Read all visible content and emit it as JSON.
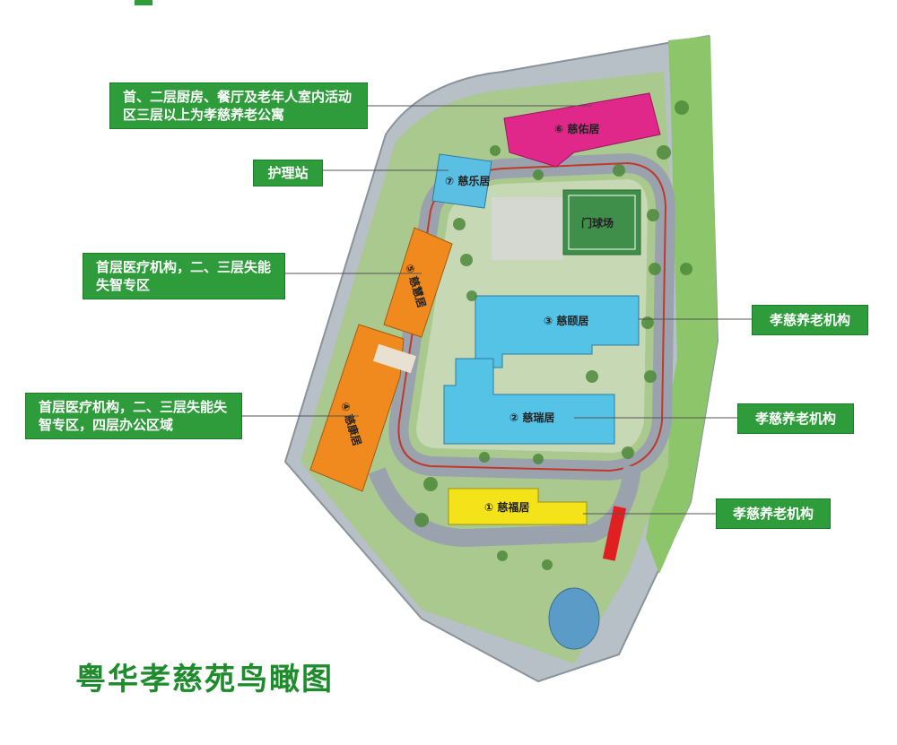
{
  "title": "粤华孝慈苑鸟瞰图",
  "callouts": {
    "top": "首、二层厨房、餐厅及老年人室内活动区三层以上为孝慈养老公寓",
    "nurse": "护理站",
    "mid_left": "首层医疗机构，二、三层失能失智专区",
    "low_left": "首层医疗机构，二、三层失能失智专区，四层办公区域",
    "right1": "孝慈养老机构",
    "right2": "孝慈养老机构",
    "right3": "孝慈养老机构"
  },
  "buildings": {
    "b6": "⑥ 慈佑居",
    "b7": "⑦ 慈乐居",
    "gate": "门球场",
    "b5": "⑤ 慈慧居",
    "b3": "③ 慈颐居",
    "b2": "② 慈瑞居",
    "b4": "④ 慈康居",
    "b1": "① 慈福居"
  },
  "colors": {
    "label_green": "#2e9c3a",
    "b6": "#e0288a",
    "b7": "#5bbfe3",
    "b3_b2": "#55c3e6",
    "b5_b4": "#f08a1e",
    "b1": "#f4e318",
    "gate": "#3f8f4a",
    "road": "#9aa3ad"
  }
}
